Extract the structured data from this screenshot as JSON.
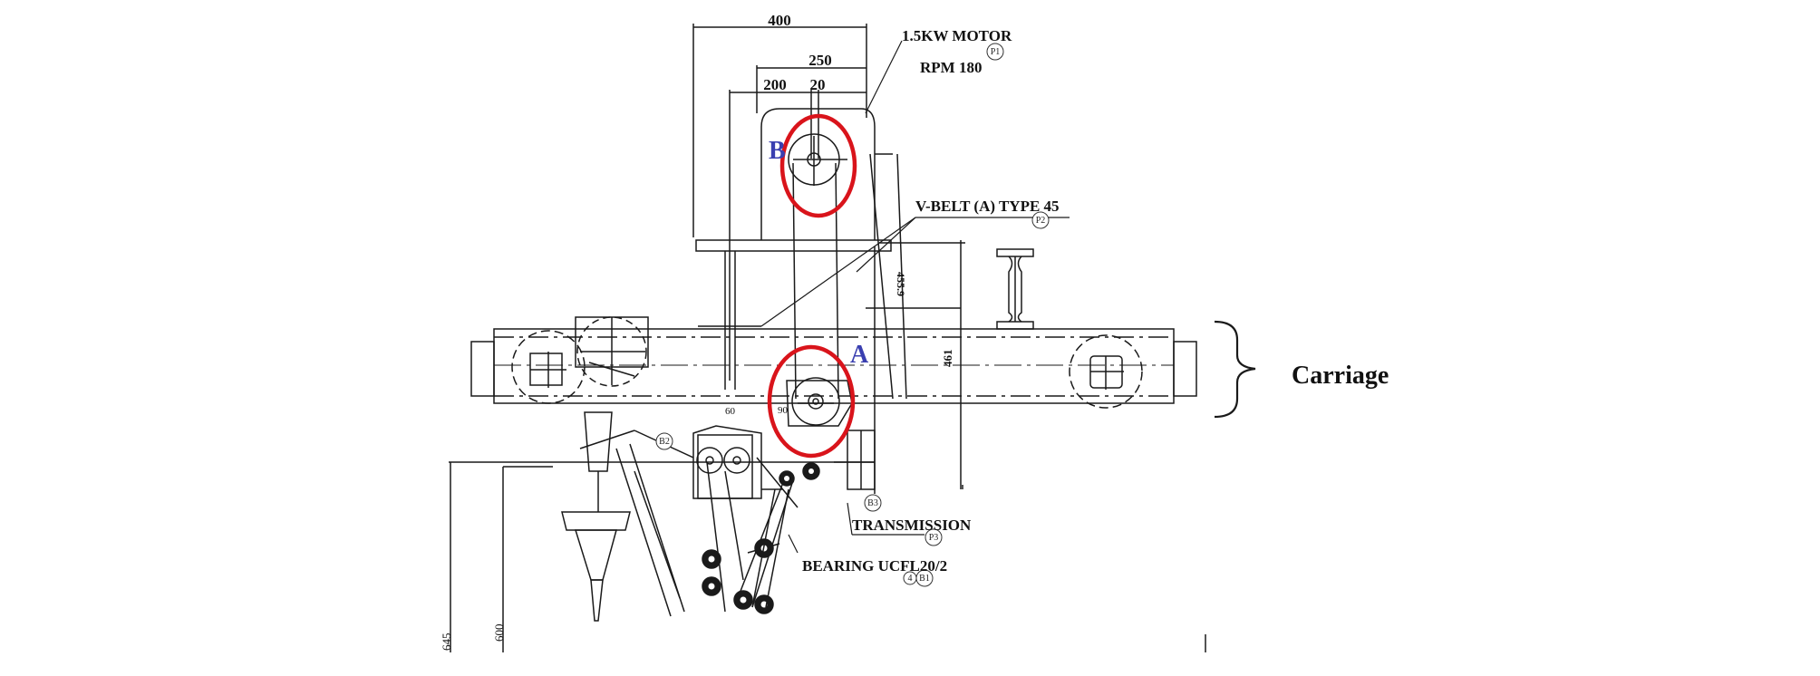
{
  "dimensions": {
    "top_width": "400",
    "width_250": "250",
    "width_200": "200",
    "width_20": "20",
    "vertical_455": "455.9",
    "vertical_461": "461",
    "height_645": "645",
    "height_600": "600",
    "small_60": "60",
    "small_90": "90"
  },
  "labels": {
    "motor_line1": "1.5KW MOTOR",
    "motor_line2": "RPM 180",
    "belt": "V-BELT (A) TYPE 45",
    "transmission": "TRANSMISSION",
    "bearing": "BEARING UCFL20/2",
    "pulley_b": "B",
    "pulley_a": "A",
    "carriage": "Carriage"
  },
  "bubbles": {
    "p1": "P1",
    "p2": "P2",
    "p3": "P3",
    "b1": "B1",
    "b2": "B2",
    "b3": "B3",
    "n4": "4"
  },
  "colors": {
    "line": "#1a1a1a",
    "highlight": "#d9141b",
    "pulley_letter": "#3a3fb0"
  }
}
